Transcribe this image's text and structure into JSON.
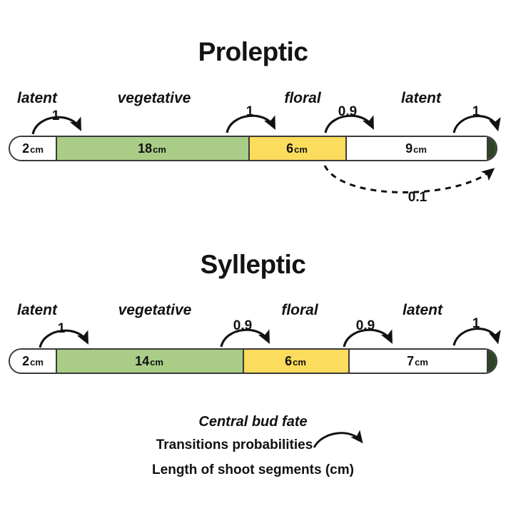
{
  "figure": {
    "legend": {
      "line1": "Central bud fate",
      "line2": "Transitions probabilities",
      "line3": "Length of shoot segments (cm)"
    }
  },
  "colors": {
    "latent": "#ffffff",
    "vegetative": "#a9cd87",
    "floral": "#fcdc5c",
    "apex": "#2d4526",
    "outline": "#3a3a3a",
    "text": "#111111"
  },
  "panels": [
    {
      "title": "Proleptic",
      "categories": [
        {
          "label": "latent"
        },
        {
          "label": "vegetative"
        },
        {
          "label": "floral"
        },
        {
          "label": "latent"
        }
      ],
      "segments": [
        {
          "state": "latent",
          "length": "2",
          "unit": "cm"
        },
        {
          "state": "vegetative",
          "length": "18",
          "unit": "cm"
        },
        {
          "state": "floral",
          "length": "6",
          "unit": "cm"
        },
        {
          "state": "latent",
          "length": "9",
          "unit": "cm"
        },
        {
          "state": "apex",
          "length": "",
          "unit": ""
        }
      ],
      "transitions": [
        {
          "value": "1"
        },
        {
          "value": "1"
        },
        {
          "value": "0.9"
        },
        {
          "value": "1"
        }
      ],
      "dashed_transition": {
        "value": "0.1"
      }
    },
    {
      "title": "Sylleptic",
      "categories": [
        {
          "label": "latent"
        },
        {
          "label": "vegetative"
        },
        {
          "label": "floral"
        },
        {
          "label": "latent"
        }
      ],
      "segments": [
        {
          "state": "latent",
          "length": "2",
          "unit": "cm"
        },
        {
          "state": "vegetative",
          "length": "14",
          "unit": "cm"
        },
        {
          "state": "floral",
          "length": "6",
          "unit": "cm"
        },
        {
          "state": "latent",
          "length": "7",
          "unit": "cm"
        },
        {
          "state": "apex",
          "length": "",
          "unit": ""
        }
      ],
      "transitions": [
        {
          "value": "1"
        },
        {
          "value": "0.9"
        },
        {
          "value": "0.9"
        },
        {
          "value": "1"
        }
      ]
    }
  ],
  "chart_data": {
    "type": "diagram",
    "title": "Central bud fate — proleptic vs sylleptic shoot structure",
    "series": [
      {
        "name": "Proleptic",
        "segments": [
          {
            "state": "latent",
            "length_cm": 2
          },
          {
            "state": "vegetative",
            "length_cm": 18
          },
          {
            "state": "floral",
            "length_cm": 6
          },
          {
            "state": "latent",
            "length_cm": 9
          }
        ],
        "transition_probabilities": [
          1,
          1,
          0.9,
          1
        ],
        "extra_transition_probability": 0.1
      },
      {
        "name": "Sylleptic",
        "segments": [
          {
            "state": "latent",
            "length_cm": 2
          },
          {
            "state": "vegetative",
            "length_cm": 14
          },
          {
            "state": "floral",
            "length_cm": 6
          },
          {
            "state": "latent",
            "length_cm": 7
          }
        ],
        "transition_probabilities": [
          1,
          0.9,
          0.9,
          1
        ]
      }
    ]
  }
}
